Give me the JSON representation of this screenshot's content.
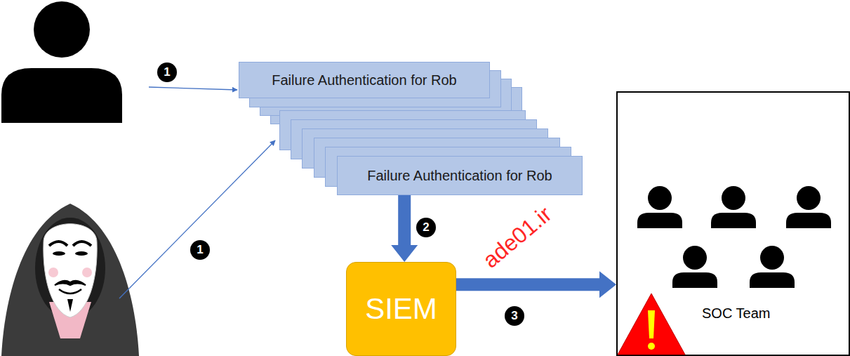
{
  "diagram": {
    "nodes": [
      {
        "text": [
          "Failure Authentication for Rob"
        ]
      },
      {
        "text": [
          "Failure Authentication for Rob"
        ]
      },
      {
        "text": [
          "SIEM"
        ]
      },
      {
        "text": [
          "SOC Team"
        ]
      }
    ],
    "edges": [
      {
        "from": 1,
        "to": 2,
        "arrow": "to"
      },
      {
        "from": 2,
        "to": 3,
        "arrow": "to"
      }
    ],
    "labels": [
      "1",
      "1",
      "2",
      "3",
      "ade01.ir"
    ]
  }
}
